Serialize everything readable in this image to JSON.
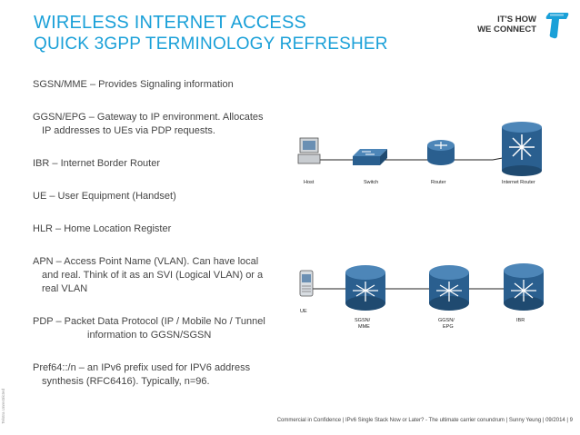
{
  "header": {
    "title": "WIRELESS INTERNET ACCESS",
    "subtitle": "QUICK 3GPP TERMINOLOGY REFRESHER",
    "brand_line1": "IT'S HOW",
    "brand_line2": "WE CONNECT"
  },
  "bullets": [
    {
      "line1": "SGSN/MME – Provides Signaling information"
    },
    {
      "line1": "GGSN/EPG – Gateway to IP environment. Allocates",
      "line2": "IP addresses to UEs via PDP requests."
    },
    {
      "line1": "IBR – Internet Border Router"
    },
    {
      "line1": "UE – User Equipment (Handset)"
    },
    {
      "line1": "HLR – Home Location Register"
    },
    {
      "line1": "APN – Access Point Name (VLAN). Can have local",
      "line2": "and real. Think of it as an SVI (Logical VLAN) or a",
      "line3": "real VLAN"
    },
    {
      "line1": "PDP – Packet Data Protocol (IP / Mobile No / Tunnel",
      "line2": "information to GGSN/SGSN"
    },
    {
      "line1": "Pref64::/n – an IPv6 prefix used for IPV6 address",
      "line2": "synthesis (RFC6416). Typically, n=96."
    }
  ],
  "diagram": {
    "top_labels": [
      "Host",
      "Switch",
      "Router",
      "Internet Router"
    ],
    "bottom_labels": {
      "ue": "UE",
      "sgsn_1": "SGSN/",
      "sgsn_2": "MME",
      "ggsn_1": "GGSN/",
      "ggsn_2": "EPG",
      "ibr": "IBR"
    }
  },
  "footer": "Commercial in Confidence | IPv6 Single Stack Now or Later? - The ultimate carrier conundrum | Sunny Yeung | 09/2014 | 9",
  "side_text": "Telstra Unrestricted",
  "colors": {
    "accent": "#1aa0d8",
    "router": "#2a5f8f"
  }
}
